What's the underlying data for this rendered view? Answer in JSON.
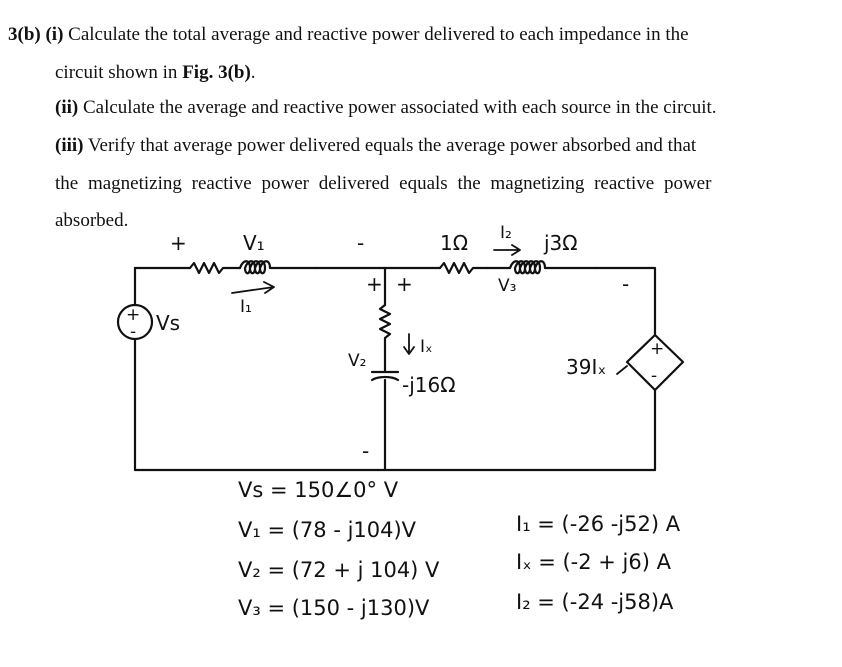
{
  "question": {
    "label": "3(b)",
    "part_i_num": "(i)",
    "part_i_line1": "Calculate the total average and reactive power delivered to each impedance in the",
    "part_i_line2_a": "circuit shown in ",
    "part_i_line2_fig": "Fig. 3(b)",
    "part_i_line2_end": ".",
    "part_ii_num": "(ii)",
    "part_ii_text": "Calculate the average and reactive power associated with each source in the circuit.",
    "part_iii_num": "(iii)",
    "part_iii_line1": "Verify that average power delivered equals the average power absorbed and that",
    "part_iii_line2": "the magnetizing reactive power delivered equals the magnetizing reactive power",
    "part_iii_line3": "absorbed."
  },
  "circuit": {
    "plus_left": "+",
    "v1": "V₁",
    "minus_v1": "-",
    "i1": "I₁",
    "r1": "1Ω",
    "i2": "I₂",
    "j3": "j3Ω",
    "v3": "V₃",
    "minus_right": "-",
    "plus_a": "+",
    "plus_b": "+",
    "vs_label": "Vs",
    "src_plus": "+",
    "src_minus": "-",
    "ix": "Iₓ",
    "v2": "V₂",
    "cap": "-j16Ω",
    "dep_src": "39Iₓ",
    "dep_plus": "+",
    "dep_minus": "-",
    "bottom_minus": "-"
  },
  "answers": {
    "vs": "Vs = 150∠0° V",
    "v1": "V₁ = (78 - j104)V",
    "v2": "V₂ = (72 + j 104) V",
    "v3": "V₃ = (150 - j130)V",
    "i1": "I₁ = (-26 -j52) A",
    "ix": "Iₓ = (-2 + j6) A",
    "i2": "I₂ = (-24 -j58)A"
  }
}
